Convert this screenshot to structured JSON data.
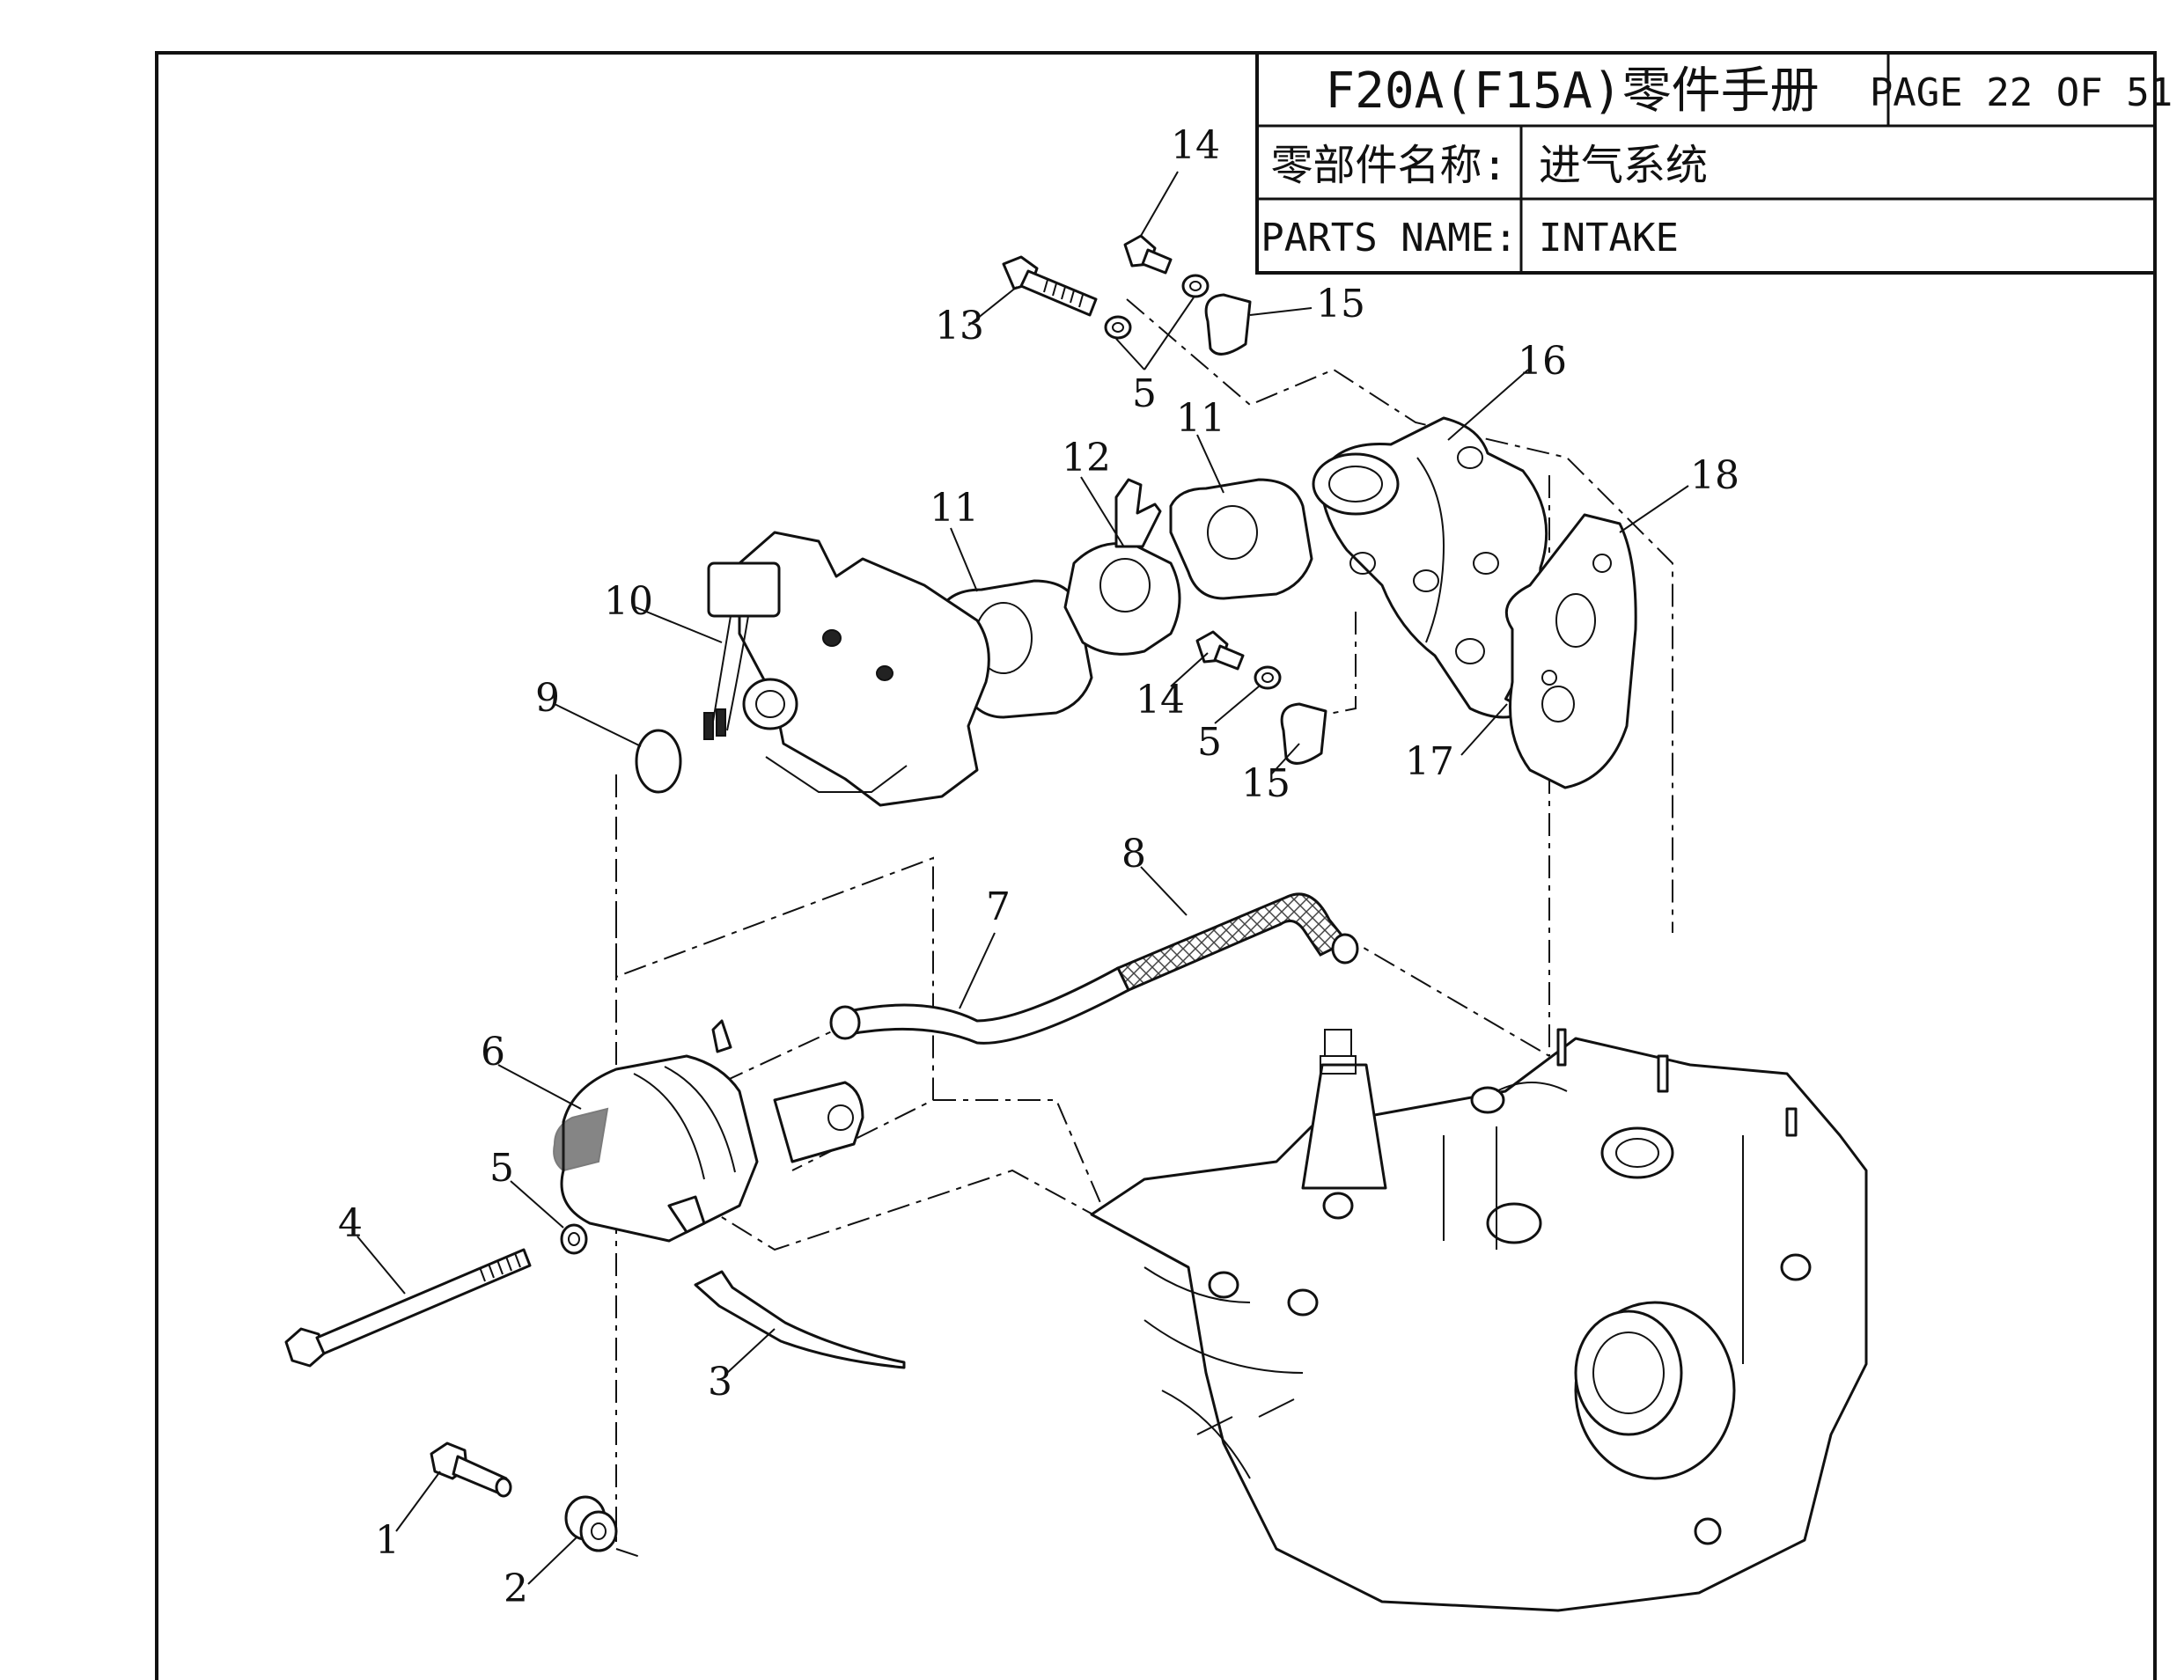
{
  "title_block": {
    "title": "F20A(F15A)零件手册",
    "page": "PAGE 22 OF 51",
    "name_label_cn": "零部件名称:",
    "name_value_cn": "进气系统",
    "name_label_en": "PARTS NAME:",
    "name_value_en": "INTAKE"
  },
  "callouts": [
    "14",
    "13",
    "15",
    "5",
    "16",
    "11",
    "12",
    "11",
    "18",
    "10",
    "9",
    "14",
    "5",
    "15",
    "17",
    "8",
    "7",
    "6",
    "5",
    "4",
    "3",
    "1",
    "2"
  ]
}
